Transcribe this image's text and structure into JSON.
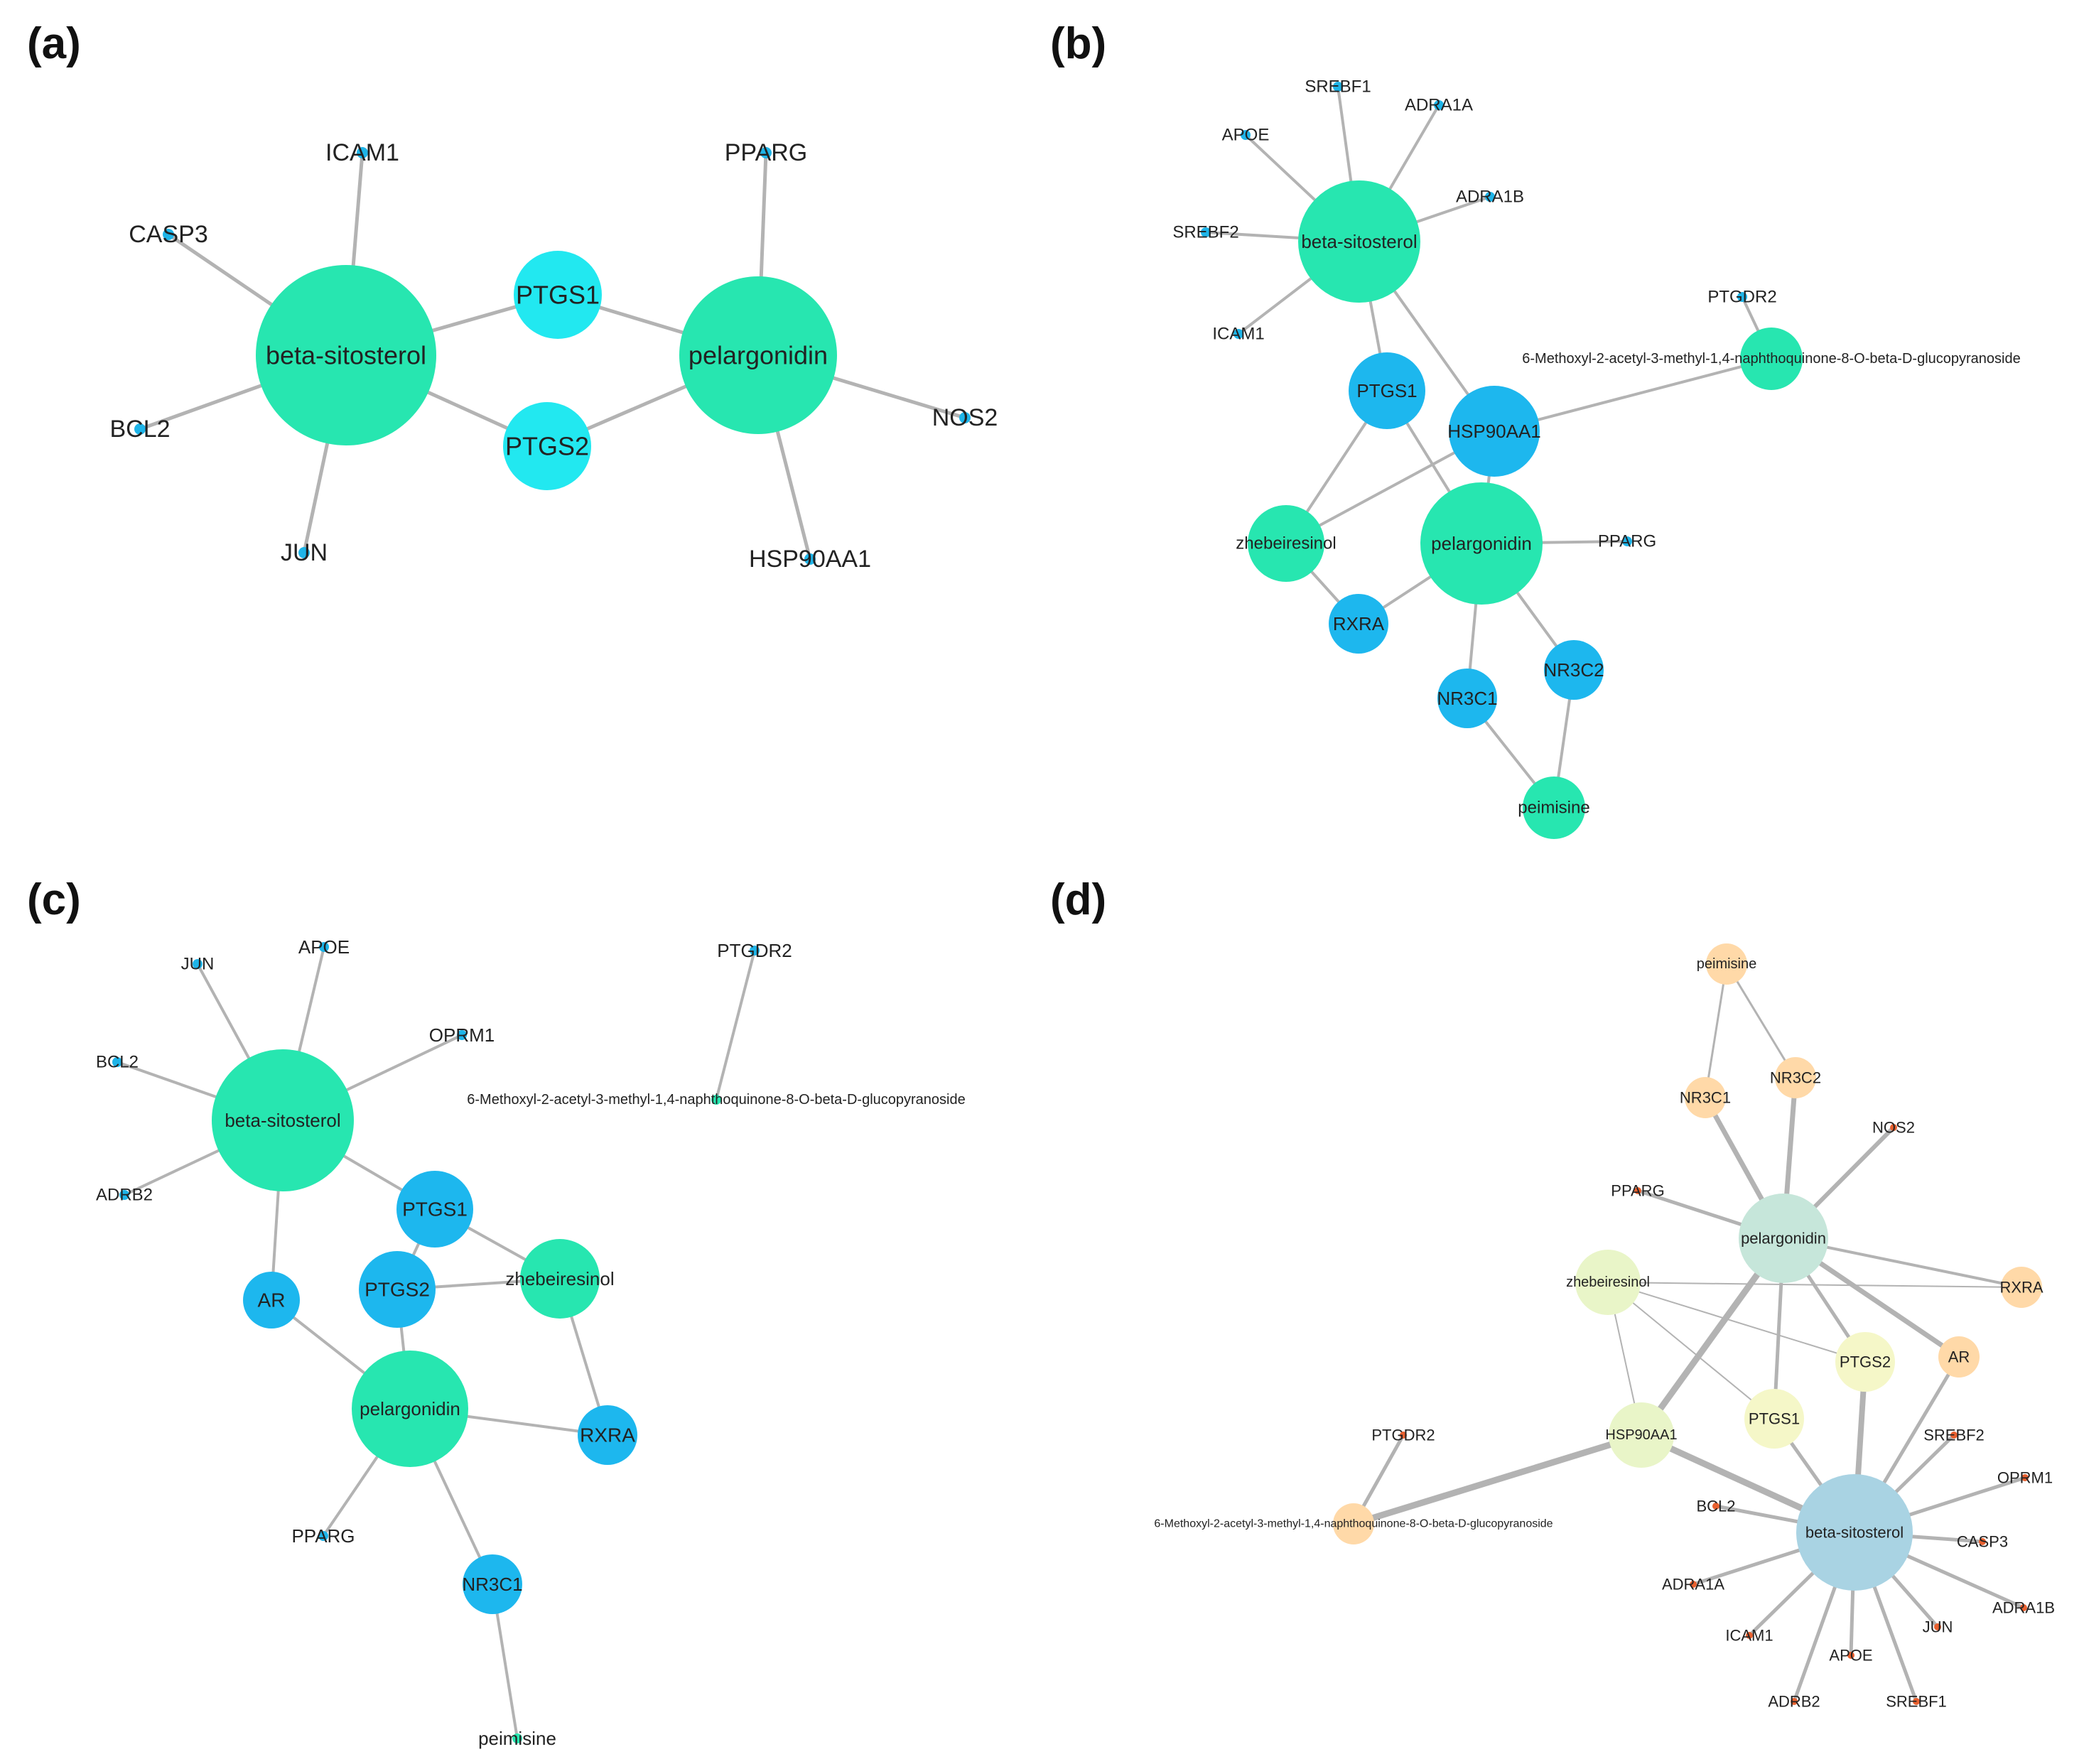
{
  "colors": {
    "compound_a": "#27E6B0",
    "target_a": "#22E8F0",
    "compound_bc": "#27E6B0",
    "target_bc": "#1DB7EE",
    "tiny_target": "#1EB4E8",
    "edge": "#B3B3B3",
    "d_bsito": "#A9D3E3",
    "d_pelar": "#C6E6DA",
    "d_orange": "#FFD9A8",
    "d_yellow": "#F5F7C8",
    "d_lime": "#E9F5C8",
    "d_tiny": "#E8602F"
  },
  "panels": [
    {
      "letter": "(a)",
      "nodes": [
        {
          "id": "a_bsito",
          "label": "beta-sitosterol",
          "kind": "compound"
        },
        {
          "id": "a_pelar",
          "label": "pelargonidin",
          "kind": "compound"
        },
        {
          "id": "a_ptgs1",
          "label": "PTGS1",
          "kind": "target"
        },
        {
          "id": "a_ptgs2",
          "label": "PTGS2",
          "kind": "target"
        },
        {
          "id": "a_icam1",
          "label": "ICAM1",
          "kind": "tiny"
        },
        {
          "id": "a_casp3",
          "label": "CASP3",
          "kind": "tiny"
        },
        {
          "id": "a_bcl2",
          "label": "BCL2",
          "kind": "tiny"
        },
        {
          "id": "a_jun",
          "label": "JUN",
          "kind": "tiny"
        },
        {
          "id": "a_pparg",
          "label": "PPARG",
          "kind": "tiny"
        },
        {
          "id": "a_nos2",
          "label": "NOS2",
          "kind": "tiny"
        },
        {
          "id": "a_hsp",
          "label": "HSP90AA1",
          "kind": "tiny"
        }
      ],
      "edges": [
        [
          "a_bsito",
          "a_icam1"
        ],
        [
          "a_bsito",
          "a_casp3"
        ],
        [
          "a_bsito",
          "a_bcl2"
        ],
        [
          "a_bsito",
          "a_jun"
        ],
        [
          "a_bsito",
          "a_ptgs1"
        ],
        [
          "a_bsito",
          "a_ptgs2"
        ],
        [
          "a_pelar",
          "a_ptgs1"
        ],
        [
          "a_pelar",
          "a_ptgs2"
        ],
        [
          "a_pelar",
          "a_pparg"
        ],
        [
          "a_pelar",
          "a_nos2"
        ],
        [
          "a_pelar",
          "a_hsp"
        ]
      ]
    },
    {
      "letter": "(b)",
      "nodes": [
        {
          "id": "b_bsito",
          "label": "beta-sitosterol",
          "kind": "compound"
        },
        {
          "id": "b_pelar",
          "label": "pelargonidin",
          "kind": "compound"
        },
        {
          "id": "b_zheb",
          "label": "zhebeiresinol",
          "kind": "compound"
        },
        {
          "id": "b_peim",
          "label": "peimisine",
          "kind": "compound"
        },
        {
          "id": "b_6meth",
          "label": "6-Methoxyl-2-acetyl-3-methyl-1,4-naphthoquinone-8-O-beta-D-glucopyranoside",
          "kind": "compound"
        },
        {
          "id": "b_ptgs1",
          "label": "PTGS1",
          "kind": "target"
        },
        {
          "id": "b_hsp",
          "label": "HSP90AA1",
          "kind": "target"
        },
        {
          "id": "b_rxra",
          "label": "RXRA",
          "kind": "target"
        },
        {
          "id": "b_nr3c1",
          "label": "NR3C1",
          "kind": "target"
        },
        {
          "id": "b_nr3c2",
          "label": "NR3C2",
          "kind": "target"
        },
        {
          "id": "b_srebf1",
          "label": "SREBF1",
          "kind": "tiny"
        },
        {
          "id": "b_adra1a",
          "label": "ADRA1A",
          "kind": "tiny"
        },
        {
          "id": "b_apoe",
          "label": "APOE",
          "kind": "tiny"
        },
        {
          "id": "b_adra1b",
          "label": "ADRA1B",
          "kind": "tiny"
        },
        {
          "id": "b_srebf2",
          "label": "SREBF2",
          "kind": "tiny"
        },
        {
          "id": "b_icam1",
          "label": "ICAM1",
          "kind": "tiny"
        },
        {
          "id": "b_ptgdr2",
          "label": "PTGDR2",
          "kind": "tiny"
        },
        {
          "id": "b_pparg",
          "label": "PPARG",
          "kind": "tiny"
        }
      ],
      "edges": [
        [
          "b_bsito",
          "b_srebf1"
        ],
        [
          "b_bsito",
          "b_adra1a"
        ],
        [
          "b_bsito",
          "b_apoe"
        ],
        [
          "b_bsito",
          "b_adra1b"
        ],
        [
          "b_bsito",
          "b_srebf2"
        ],
        [
          "b_bsito",
          "b_icam1"
        ],
        [
          "b_bsito",
          "b_ptgs1"
        ],
        [
          "b_bsito",
          "b_hsp"
        ],
        [
          "b_6meth",
          "b_ptgdr2"
        ],
        [
          "b_6meth",
          "b_hsp"
        ],
        [
          "b_ptgs1",
          "b_zheb"
        ],
        [
          "b_ptgs1",
          "b_pelar"
        ],
        [
          "b_hsp",
          "b_zheb"
        ],
        [
          "b_hsp",
          "b_pelar"
        ],
        [
          "b_zheb",
          "b_rxra"
        ],
        [
          "b_pelar",
          "b_rxra"
        ],
        [
          "b_pelar",
          "b_pparg"
        ],
        [
          "b_pelar",
          "b_nr3c1"
        ],
        [
          "b_pelar",
          "b_nr3c2"
        ],
        [
          "b_nr3c1",
          "b_peim"
        ],
        [
          "b_nr3c2",
          "b_peim"
        ]
      ]
    },
    {
      "letter": "(c)",
      "nodes": [
        {
          "id": "c_bsito",
          "label": "beta-sitosterol",
          "kind": "compound"
        },
        {
          "id": "c_pelar",
          "label": "pelargonidin",
          "kind": "compound"
        },
        {
          "id": "c_zheb",
          "label": "zhebeiresinol",
          "kind": "compound"
        },
        {
          "id": "c_ptgs1",
          "label": "PTGS1",
          "kind": "target"
        },
        {
          "id": "c_ptgs2",
          "label": "PTGS2",
          "kind": "target"
        },
        {
          "id": "c_ar",
          "label": "AR",
          "kind": "target"
        },
        {
          "id": "c_rxra",
          "label": "RXRA",
          "kind": "target"
        },
        {
          "id": "c_nr3c1",
          "label": "NR3C1",
          "kind": "target"
        },
        {
          "id": "c_jun",
          "label": "JUN",
          "kind": "tiny"
        },
        {
          "id": "c_apoe",
          "label": "APOE",
          "kind": "tiny"
        },
        {
          "id": "c_oprm1",
          "label": "OPRM1",
          "kind": "tiny"
        },
        {
          "id": "c_bcl2",
          "label": "BCL2",
          "kind": "tiny"
        },
        {
          "id": "c_adrb2",
          "label": "ADRB2",
          "kind": "tiny"
        },
        {
          "id": "c_pparg",
          "label": "PPARG",
          "kind": "tiny"
        },
        {
          "id": "c_peim",
          "label": "peimisine",
          "kind": "tinycompound"
        },
        {
          "id": "c_ptgdr2",
          "label": "PTGDR2",
          "kind": "tiny"
        },
        {
          "id": "c_6meth",
          "label": "6-Methoxyl-2-acetyl-3-methyl-1,4-naphthoquinone-8-O-beta-D-glucopyranoside",
          "kind": "tinycompound"
        }
      ],
      "edges": [
        [
          "c_bsito",
          "c_jun"
        ],
        [
          "c_bsito",
          "c_apoe"
        ],
        [
          "c_bsito",
          "c_oprm1"
        ],
        [
          "c_bsito",
          "c_bcl2"
        ],
        [
          "c_bsito",
          "c_adrb2"
        ],
        [
          "c_bsito",
          "c_ptgs1"
        ],
        [
          "c_bsito",
          "c_ar"
        ],
        [
          "c_ptgs1",
          "c_ptgs2"
        ],
        [
          "c_ptgs1",
          "c_zheb"
        ],
        [
          "c_ptgs2",
          "c_zheb"
        ],
        [
          "c_ptgs2",
          "c_pelar"
        ],
        [
          "c_ar",
          "c_pelar"
        ],
        [
          "c_zheb",
          "c_rxra"
        ],
        [
          "c_pelar",
          "c_rxra"
        ],
        [
          "c_pelar",
          "c_pparg"
        ],
        [
          "c_pelar",
          "c_nr3c1"
        ],
        [
          "c_nr3c1",
          "c_peim"
        ],
        [
          "c_6meth",
          "c_ptgdr2"
        ]
      ]
    },
    {
      "letter": "(d)",
      "nodes": [
        {
          "id": "d_bsito",
          "label": "beta-sitosterol",
          "kind": "d_bsito"
        },
        {
          "id": "d_pelar",
          "label": "pelargonidin",
          "kind": "d_pelar"
        },
        {
          "id": "d_zheb",
          "label": "zhebeiresinol",
          "kind": "d_lime"
        },
        {
          "id": "d_hsp",
          "label": "HSP90AA1",
          "kind": "d_lime"
        },
        {
          "id": "d_ptgs1",
          "label": "PTGS1",
          "kind": "d_yellow"
        },
        {
          "id": "d_ptgs2",
          "label": "PTGS2",
          "kind": "d_yellow"
        },
        {
          "id": "d_ar",
          "label": "AR",
          "kind": "d_orange"
        },
        {
          "id": "d_rxra",
          "label": "RXRA",
          "kind": "d_orange"
        },
        {
          "id": "d_nr3c1",
          "label": "NR3C1",
          "kind": "d_orange"
        },
        {
          "id": "d_nr3c2",
          "label": "NR3C2",
          "kind": "d_orange"
        },
        {
          "id": "d_peim",
          "label": "peimisine",
          "kind": "d_orange"
        },
        {
          "id": "d_6meth",
          "label": "6-Methoxyl-2-acetyl-3-methyl-1,4-naphthoquinone-8-O-beta-D-glucopyranoside",
          "kind": "d_orange"
        },
        {
          "id": "d_ptgdr2",
          "label": "PTGDR2",
          "kind": "d_tiny"
        },
        {
          "id": "d_nos2",
          "label": "NOS2",
          "kind": "d_tiny"
        },
        {
          "id": "d_pparg",
          "label": "PPARG",
          "kind": "d_tiny"
        },
        {
          "id": "d_srebf2",
          "label": "SREBF2",
          "kind": "d_tiny"
        },
        {
          "id": "d_oprm1",
          "label": "OPRM1",
          "kind": "d_tiny"
        },
        {
          "id": "d_casp3",
          "label": "CASP3",
          "kind": "d_tiny"
        },
        {
          "id": "d_adra1b",
          "label": "ADRA1B",
          "kind": "d_tiny"
        },
        {
          "id": "d_jun",
          "label": "JUN",
          "kind": "d_tiny"
        },
        {
          "id": "d_srebf1",
          "label": "SREBF1",
          "kind": "d_tiny"
        },
        {
          "id": "d_apoe",
          "label": "APOE",
          "kind": "d_tiny"
        },
        {
          "id": "d_adrb2",
          "label": "ADRB2",
          "kind": "d_tiny"
        },
        {
          "id": "d_icam1",
          "label": "ICAM1",
          "kind": "d_tiny"
        },
        {
          "id": "d_adra1a",
          "label": "ADRA1A",
          "kind": "d_tiny"
        },
        {
          "id": "d_bcl2",
          "label": "BCL2",
          "kind": "d_tiny"
        }
      ],
      "edges": [
        [
          "d_peim",
          "d_nr3c1"
        ],
        [
          "d_peim",
          "d_nr3c2"
        ],
        [
          "d_nr3c1",
          "d_pelar"
        ],
        [
          "d_nr3c2",
          "d_pelar"
        ],
        [
          "d_pelar",
          "d_nos2"
        ],
        [
          "d_pelar",
          "d_pparg"
        ],
        [
          "d_pelar",
          "d_rxra"
        ],
        [
          "d_pelar",
          "d_ar"
        ],
        [
          "d_pelar",
          "d_ptgs2"
        ],
        [
          "d_pelar",
          "d_ptgs1"
        ],
        [
          "d_pelar",
          "d_hsp"
        ],
        [
          "d_zheb",
          "d_rxra"
        ],
        [
          "d_zheb",
          "d_ptgs2"
        ],
        [
          "d_zheb",
          "d_ptgs1"
        ],
        [
          "d_zheb",
          "d_hsp"
        ],
        [
          "d_hsp",
          "d_6meth"
        ],
        [
          "d_hsp",
          "d_bsito"
        ],
        [
          "d_6meth",
          "d_ptgdr2"
        ],
        [
          "d_ptgs1",
          "d_bsito"
        ],
        [
          "d_ptgs2",
          "d_bsito"
        ],
        [
          "d_ar",
          "d_bsito"
        ],
        [
          "d_bsito",
          "d_srebf2"
        ],
        [
          "d_bsito",
          "d_oprm1"
        ],
        [
          "d_bsito",
          "d_casp3"
        ],
        [
          "d_bsito",
          "d_adra1b"
        ],
        [
          "d_bsito",
          "d_jun"
        ],
        [
          "d_bsito",
          "d_srebf1"
        ],
        [
          "d_bsito",
          "d_apoe"
        ],
        [
          "d_bsito",
          "d_adrb2"
        ],
        [
          "d_bsito",
          "d_icam1"
        ],
        [
          "d_bsito",
          "d_adra1a"
        ],
        [
          "d_bsito",
          "d_bcl2"
        ]
      ]
    }
  ]
}
